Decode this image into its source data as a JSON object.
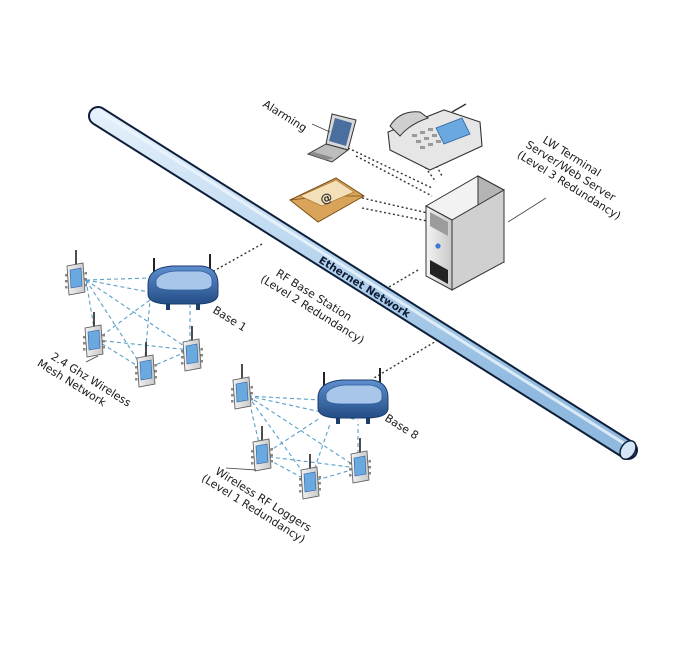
{
  "labels": {
    "alarming": "Alarming",
    "server_line1": "LW Terminal",
    "server_line2": "Server/Web Server",
    "server_line3": "(Level 3 Redundancy)",
    "ethernet": "Ethernet Network",
    "rf_base_line1": "RF Base Station",
    "rf_base_line2": "(Level 2 Redundancy)",
    "base1": "Base 1",
    "base8": "Base 8",
    "mesh_line1": "2.4 Ghz Wireless",
    "mesh_line2": "Mesh Network",
    "loggers_line1": "Wireless RF Loggers",
    "loggers_line2": "(Level 1 Redundancy)"
  },
  "icons": {
    "laptop": "laptop-icon",
    "phone": "desk-phone-icon",
    "email": "email-envelope-icon",
    "server": "server-tower-icon",
    "router": "wireless-router-icon",
    "logger": "rf-logger-icon"
  },
  "colors": {
    "pipe_fill": "#b9d6ef",
    "router_blue": "#2f5f9e",
    "logger_screen": "#6aa8e0",
    "mesh_line": "#5aa0c8",
    "envelope": "#d9a45a"
  }
}
